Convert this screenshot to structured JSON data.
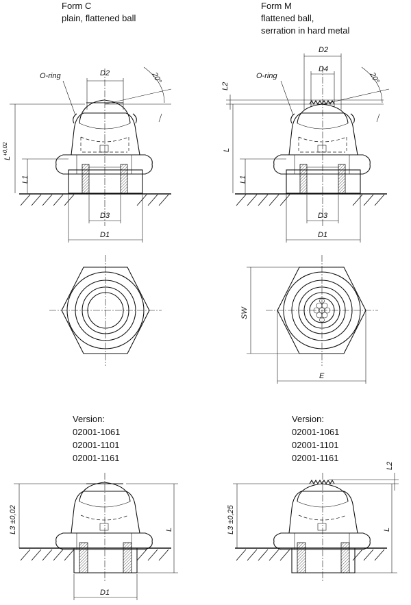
{
  "form_c": {
    "title": "Form C",
    "subtitle": "plain, flattened ball"
  },
  "form_m": {
    "title": "Form M",
    "subtitle_1": "flattened ball,",
    "subtitle_2": "serration in hard metal"
  },
  "version_left": {
    "heading": "Version:",
    "items": [
      "02001-1061",
      "02001-1101",
      "02001-1161"
    ]
  },
  "version_right": {
    "heading": "Version:",
    "items": [
      "02001-1061",
      "02001-1101",
      "02001-1161"
    ]
  },
  "dims": {
    "o_ring": "O-ring",
    "d1": "D1",
    "d2": "D2",
    "d3": "D3",
    "d4": "D4",
    "l": "L",
    "l_tol": "L",
    "l_tol_suffix": "+0,02",
    "l1": "L1",
    "l2": "L2",
    "l3_c": "L3 ±0,02",
    "l3_m": "L3 ±0,25",
    "sw": "SW",
    "e": "E",
    "angle": "20°"
  }
}
